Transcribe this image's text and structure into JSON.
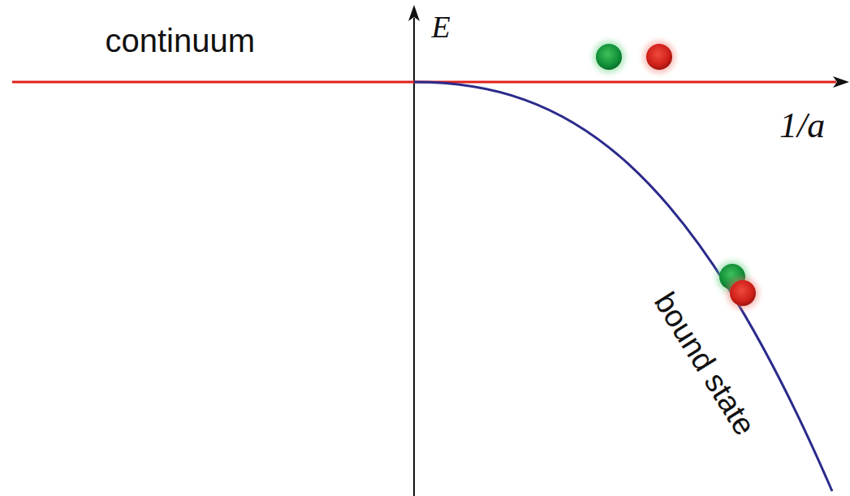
{
  "diagram": {
    "labels": [
      "continuum",
      "E",
      "1/a",
      "bound state"
    ]
  }
}
